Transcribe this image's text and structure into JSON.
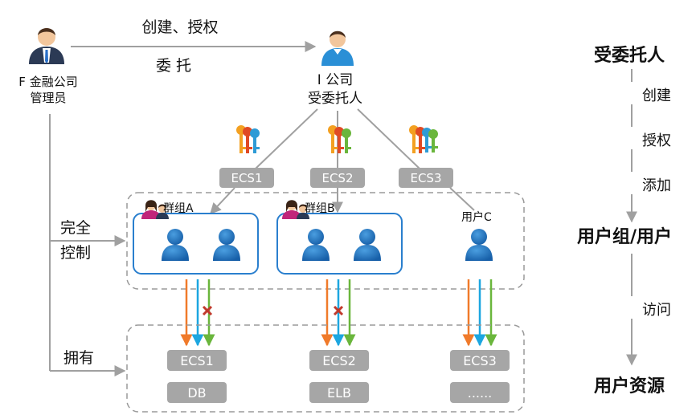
{
  "left_actor": {
    "line1": "F 金融公司",
    "line2": "管理员"
  },
  "right_actor": {
    "line1": "I 公司",
    "line2": "受委托人"
  },
  "arrow_labels": {
    "create_grant": "创建、授权",
    "entrust": "委 托",
    "full_control_1": "完全",
    "full_control_2": "控制",
    "own": "拥有"
  },
  "keys": [
    "ECS1",
    "ECS2",
    "ECS3"
  ],
  "groups": {
    "a": "群组A",
    "b": "群组B",
    "user_c": "用户C"
  },
  "resources": {
    "row1": [
      "ECS1",
      "ECS2",
      "ECS3"
    ],
    "row2": [
      "DB",
      "ELB",
      "......"
    ]
  },
  "flow": {
    "top": "受委托人",
    "steps_top": [
      "创建",
      "授权",
      "添加"
    ],
    "middle": "用户组/用户",
    "step_bottom": "访问",
    "bottom": "用户资源"
  },
  "colors": {
    "orange": "#f07a2a",
    "blue": "#1ca6e0",
    "green": "#6ab63c",
    "person": "#1f6fb8",
    "gray_box": "#a6a6a6",
    "deny": "#c0392b"
  }
}
